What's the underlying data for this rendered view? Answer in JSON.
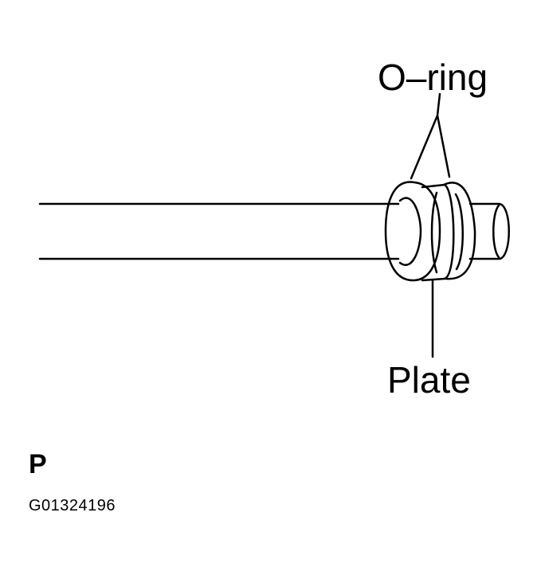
{
  "labels": {
    "o_ring": "O–ring",
    "plate": "Plate",
    "code_letter": "P",
    "figure_id": "G01324196"
  },
  "colors": {
    "line": "#000000",
    "background": "#ffffff"
  }
}
